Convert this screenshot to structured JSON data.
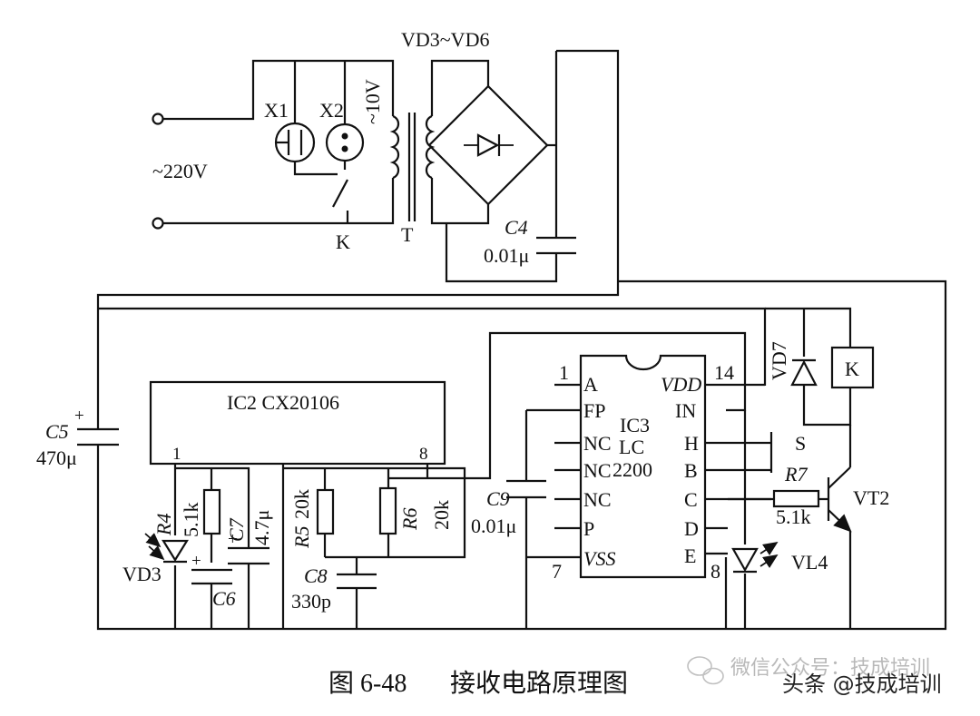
{
  "figure": {
    "caption_number": "图 6-48",
    "caption_title": "接收电路原理图"
  },
  "watermark": {
    "faint_text": "微信公众号：技成培训",
    "main_text": "头条 @技成培训"
  },
  "power_section": {
    "mains": "~220V",
    "secondary": "~10V",
    "rectifier": "VD3~VD6",
    "socket_1": "X1",
    "socket_2": "X2",
    "switch": "K",
    "transformer": "T",
    "cap_c4": "C4",
    "cap_c4_value": "0.01μ"
  },
  "ic2": {
    "name": "IC2 CX20106",
    "pin1": "1",
    "pin8": "8",
    "cap_c5": "C5",
    "cap_c5_value": "470μ",
    "r4": "R4",
    "r4_value": "5.1k",
    "c7": "C7",
    "c7_value": "4.7μ",
    "vd3": "VD3",
    "c6": "C6",
    "r5": "R5",
    "r5_value": "20k",
    "r6": "R6",
    "r6_value": "20k",
    "c8": "C8",
    "c8_value": "330p"
  },
  "ic3": {
    "name_1": "IC3",
    "name_2": "LC",
    "name_3": "2200",
    "left_pins": [
      "A",
      "FP",
      "NC",
      "NC",
      "NC",
      "P",
      "VSS"
    ],
    "right_pins": [
      "VDD",
      "IN",
      "H",
      "B",
      "C",
      "D",
      "E"
    ],
    "pin1": "1",
    "pin7": "7",
    "pin8": "8",
    "pin14": "14",
    "c9": "C9",
    "c9_value": "0.01μ"
  },
  "output_section": {
    "vd7": "VD7",
    "relay": "K",
    "switch_s": "S",
    "r7": "R7",
    "r7_value": "5.1k",
    "vt2": "VT2",
    "vl4": "VL4"
  }
}
